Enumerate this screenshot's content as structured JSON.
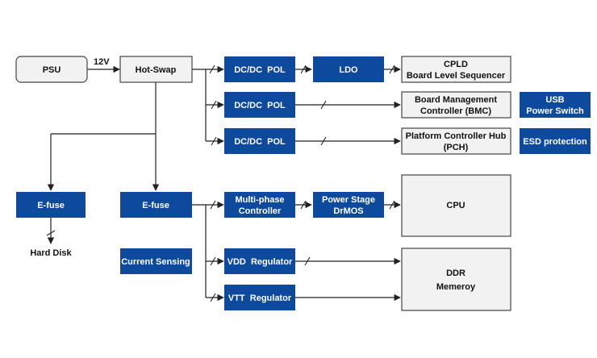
{
  "colors": {
    "blue_fill": "#0d4a9e",
    "blue_text": "#ffffff",
    "gray_fill": "#f2f2f2",
    "gray_border": "#444444",
    "line": "#222222"
  },
  "nodes": {
    "psu": "PSU",
    "hot_swap": "Hot-Swap",
    "dcdc_pol_1": "DC/DC  POL",
    "ldo": "LDO",
    "cpld_line1": "CPLD",
    "cpld_line2": "Board Level Sequencer",
    "dcdc_pol_2": "DC/DC  POL",
    "bmc_line1": "Board Management",
    "bmc_line2": "Controller (BMC)",
    "usb_line1": "USB",
    "usb_line2": "Power Switch",
    "dcdc_pol_3": "DC/DC  POL",
    "pch_line1": "Platform Controller Hub",
    "pch_line2": "(PCH)",
    "esd": "ESD protection",
    "efuse_left": "E-fuse",
    "efuse_mid": "E-fuse",
    "hard_disk": "Hard Disk",
    "mp_line1": "Multi-phase",
    "mp_line2": "Controller",
    "ps_line1": "Power Stage",
    "ps_line2": "DrMOS",
    "cpu": "CPU",
    "current_sensing": "Current Sensing",
    "vdd": "VDD  Regulator",
    "vtt": "VTT  Regulator",
    "ddr_line1": "DDR",
    "ddr_line2": "Memeroy"
  },
  "edge_labels": {
    "psu_to_hotswap": "12V"
  }
}
